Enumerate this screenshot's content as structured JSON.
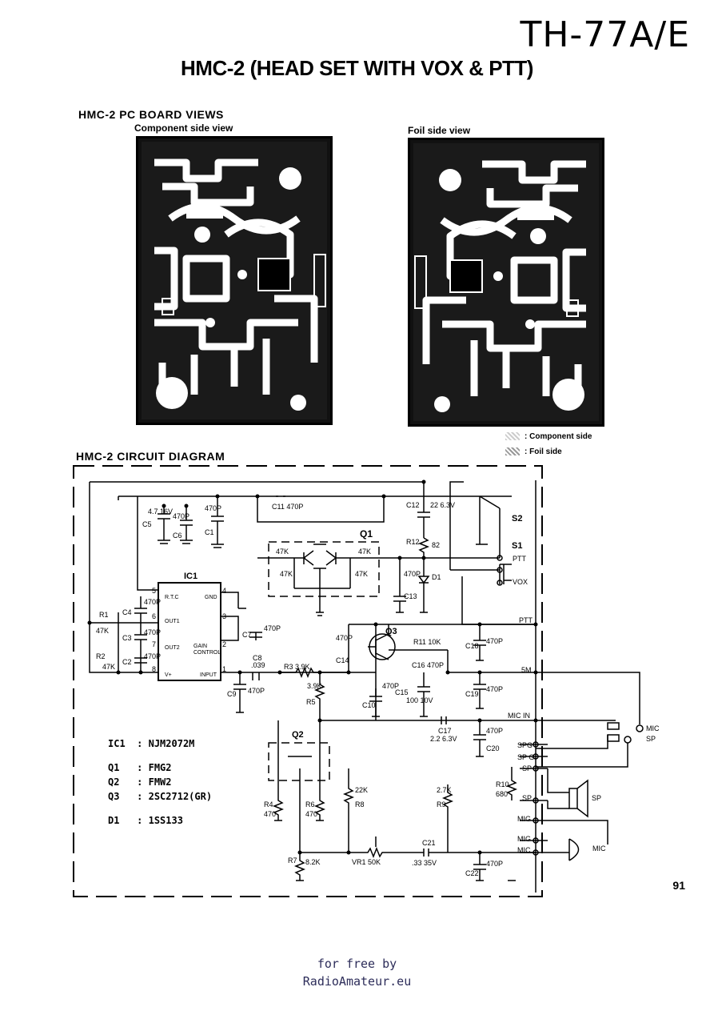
{
  "header": {
    "model": "TH-77A/E",
    "title": "HMC-2 (HEAD SET WITH VOX & PTT)"
  },
  "pc_board": {
    "heading": "HMC-2 PC BOARD VIEWS",
    "component_caption": "Component side view",
    "foil_caption": "Foil side view",
    "legend": {
      "component": ": Component side",
      "foil": ": Foil side"
    }
  },
  "circuit": {
    "heading": "HMC-2 CIRCUIT DIAGRAM",
    "parts_list": [
      {
        "ref": "IC1",
        "value": ": NJM2072M"
      },
      {
        "ref": "Q1",
        "value": ": FMG2"
      },
      {
        "ref": "Q2",
        "value": ": FMW2"
      },
      {
        "ref": "Q3",
        "value": ": 2SC2712(GR)"
      },
      {
        "ref": "D1",
        "value": ": 1SS133"
      }
    ],
    "labels": {
      "ic1": "IC1",
      "q1": "Q1",
      "q2": "Q2",
      "q3": "Q3",
      "s1": "S1",
      "s2": "S2",
      "ptt": "PTT",
      "vox": "VOX",
      "ptt_conn": "PTT",
      "5m": "5M",
      "mic_in": "MIC IN",
      "spg1": "SPG",
      "spg2": "SP G",
      "sp1": "SP",
      "sp2": "SP",
      "mig1": "MIG",
      "mig2": "MIG",
      "mic_conn": "MIC",
      "jack_mic": "MIC",
      "jack_sp": "SP",
      "speaker": "SP",
      "mic": "MIC",
      "c11": "C11  470P",
      "c12": "C12",
      "c12v": "22 6.3V",
      "r12": "R12",
      "r12v": "82",
      "d1": "D1",
      "c13": "C13",
      "c13v": "470P",
      "c5": "C5",
      "c5v": "4.7 16V",
      "c6": "C6",
      "c6v": "470P",
      "c1": "C1",
      "c1v": "470P",
      "r47k_a": "47K",
      "r47k_b": "47K",
      "r47k_c": "47K",
      "r47k_d": "47K",
      "r1": "R1",
      "r1v": "47K",
      "r2": "R2",
      "r2v": "47K",
      "c4": "C4",
      "c4v": "470P",
      "c3": "C3",
      "c3v": "470P",
      "c2": "C2",
      "c2v": "470P",
      "c7": "C7",
      "c7v": "470P",
      "pin5": "5",
      "pin6": "6",
      "pin7": "7",
      "pin8": "8",
      "pin4": "4",
      "pin3": "3",
      "pin2": "2",
      "pin1": "1",
      "rtc": "R.T.C",
      "gnd": "GND",
      "out1": "OUT1",
      "out2": "OUT2",
      "gain": "GAIN",
      "control": "CONTROL",
      "vplus": "V+",
      "input": "INPUT",
      "c8": "C8",
      "c8v": ".039",
      "r3": "R3  3.9K",
      "r5": "R5",
      "r5v": "3.9K",
      "c9": "C9",
      "c9v": "470P",
      "c14": "C14",
      "c14v": "470P",
      "r11": "R11  10K",
      "c16": "C16  470P",
      "c18": "C18",
      "c18v": "470P",
      "c10": "C10",
      "c10v": "470P",
      "c15": "C15",
      "c15v": "100 10V",
      "c19": "C19",
      "c19v": "470P",
      "c17": "C17",
      "c17v": "2.2 6.3V",
      "c20": "C20",
      "c20v": "470P",
      "r10": "R10",
      "r10v": "680",
      "r4": "R4",
      "r4v": "470",
      "r6": "R6",
      "r6v": "470",
      "r8": "R8",
      "r8v": "22K",
      "r9": "R9",
      "r9v": "2.7K",
      "r7": "R7",
      "r7v": "8.2K",
      "vr1": "VR1  50K",
      "c21": "C21",
      "c21v": ".33  35V",
      "c22": "C22",
      "c22v": "470P"
    }
  },
  "page_number": "91",
  "footer": {
    "line1": "for free by",
    "line2": "RadioAmateur.eu"
  },
  "colors": {
    "ink": "#000000",
    "paper": "#ffffff",
    "board": "#111111",
    "trace": "#ffffff",
    "footer": "#2d2d5a"
  }
}
